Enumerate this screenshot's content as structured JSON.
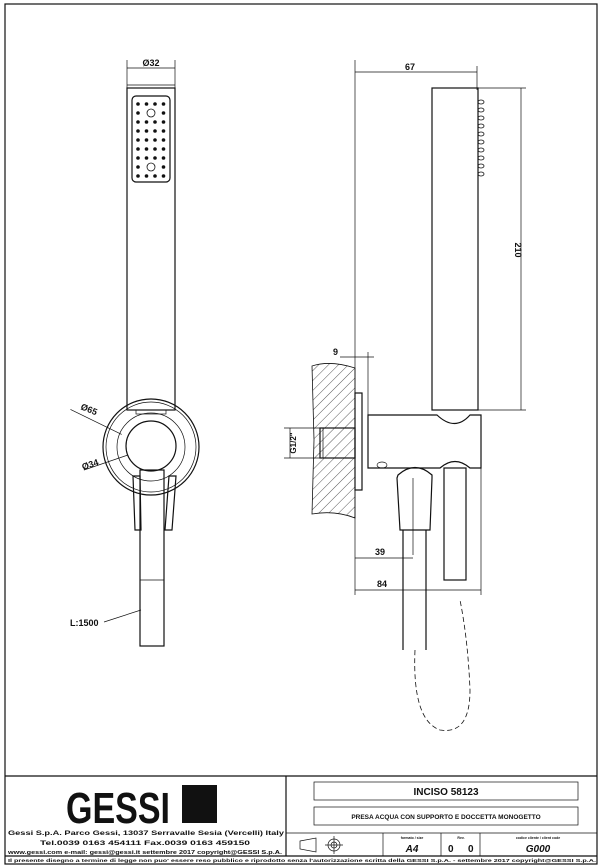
{
  "dimensions": {
    "diameter_handshower": "Ø32",
    "diameter_plate": "Ø65",
    "diameter_holder": "Ø34",
    "hose_length": "L:1500",
    "projection": "67",
    "height": "210",
    "flange": "9",
    "thread": "G1/2\"",
    "outlet_offset": "39",
    "total_depth": "84"
  },
  "title_block": {
    "logo_text": "GESSI",
    "company_line": "Gessi S.p.A. Parco Gessi, 13037 Serravalle Sesia (Vercelli) Italy",
    "phone_line": "Tel.0039 0163 454111 Fax.0039 0163 459150",
    "web_line": "www.gessi.com e-mail: gessi@gessi.it settembre 2017 copyright@GESSI S.p.A.",
    "product_code": "INCISO 58123",
    "description": "PRESA ACQUA CON SUPPORTO E DOCCETTA MONOGETTO",
    "format_label": "formato / size",
    "format_value": "A4",
    "rev_label": "Rev.",
    "rev_value_1": "0",
    "rev_value_2": "0",
    "client_code_label": "codice cliente / client code",
    "client_code_value": "G000",
    "footer_notice": "Il presente disegno a termine di legge non puo' essere reso pubblico e riprodotto senza l'autorizzazione scritta della GESSI S.p.A. - settembre 2017 copyright@GESSI S.p.A."
  }
}
